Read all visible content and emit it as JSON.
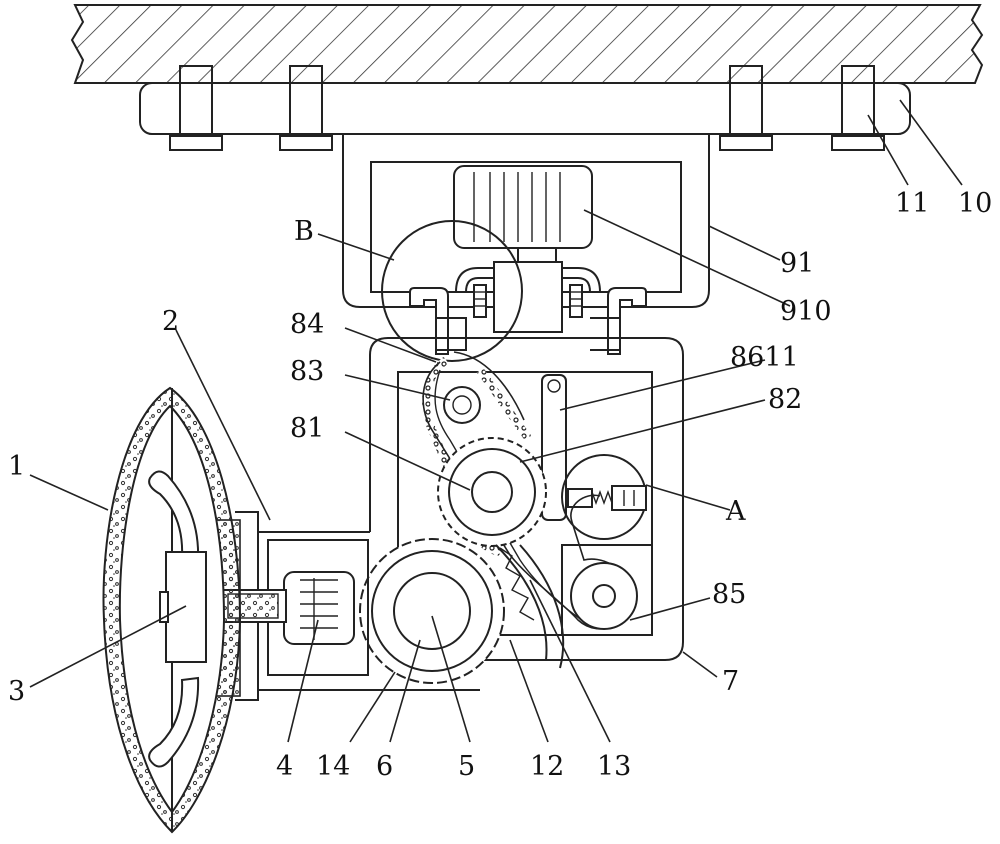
{
  "labels": {
    "l1": "1",
    "l2": "2",
    "l3": "3",
    "l4": "4",
    "l5": "5",
    "l6": "6",
    "l7": "7",
    "l10": "10",
    "l11": "11",
    "l12": "12",
    "l13": "13",
    "l14": "14",
    "l81": "81",
    "l82": "82",
    "l83": "83",
    "l84": "84",
    "l85": "85",
    "l91": "91",
    "l910": "910",
    "l8611": "8611",
    "lA": "A",
    "lB": "B"
  }
}
